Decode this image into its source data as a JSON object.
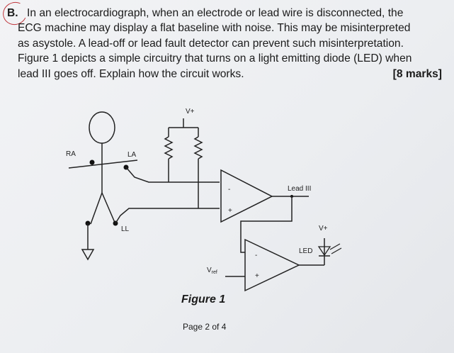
{
  "question": {
    "label": "B.",
    "lines": [
      "In an electrocardiograph, when an electrode or lead wire is disconnected, the",
      "ECG machine may display a flat baseline with noise. This may be misinterpreted",
      "as asystole. A lead-off or lead fault detector can prevent such misinterpretation.",
      "Figure 1 depicts a simple circuitry that turns on a light emitting diode (LED) when",
      "lead III goes off. Explain how the circuit works."
    ],
    "marks": "[8 marks]"
  },
  "circuit": {
    "labels": {
      "vplus_top": "V+",
      "ra": "RA",
      "la": "LA",
      "ll": "LL",
      "lead_iii": "Lead III",
      "vplus_led": "V+",
      "led": "LED",
      "vref": "V",
      "vref_sub": "ref",
      "minus_top": "-",
      "plus_top": "+",
      "minus_bottom": "-",
      "plus_bottom": "+"
    }
  },
  "figure_caption": "Figure 1",
  "page_number": "Page 2 of 4"
}
